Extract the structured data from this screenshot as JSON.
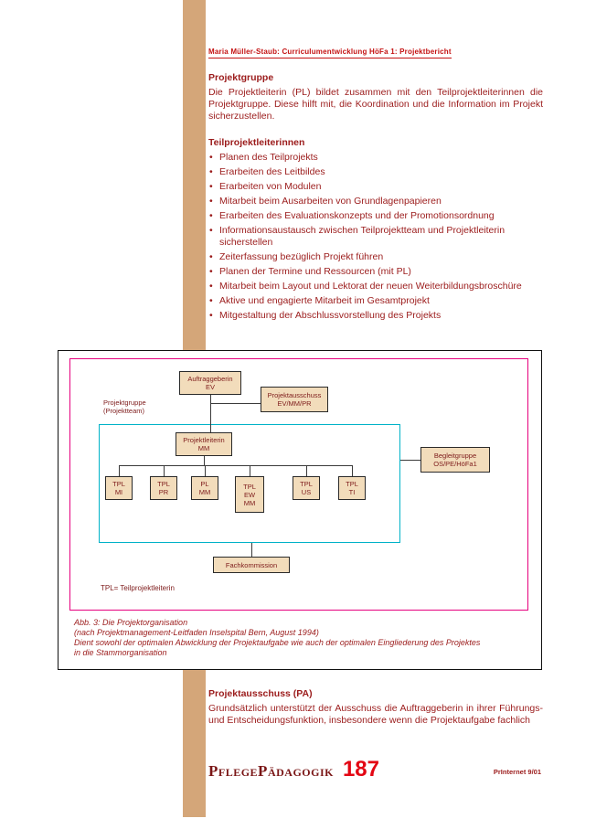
{
  "colors": {
    "text_maroon": "#9b1b1b",
    "header_red": "#c41212",
    "stripe_tan": "#d4a679",
    "diagram_frame_magenta": "#e6007e",
    "projektteam_frame_cyan": "#00b2c8",
    "diagram_box_fill": "#f2dcbb",
    "page_number_red": "#e30613"
  },
  "header": {
    "running_title": "Maria Müller-Staub: Curriculumentwicklung HöFa 1: Projektbericht"
  },
  "content": {
    "projektgruppe_heading": "Projektgruppe",
    "projektgruppe_body": "Die Projektleiterin (PL) bildet zusammen mit den Teilprojektleiterinnen die Projektgruppe. Diese hilft mit, die Koordination und die Information im Projekt sicherzustellen.",
    "teilprojekt_heading": "Teilprojektleiterinnen",
    "teilprojekt_bullets": [
      "Planen des Teilprojekts",
      "Erarbeiten des Leitbildes",
      "Erarbeiten von Modulen",
      "Mitarbeit beim Ausarbeiten von Grundlagenpapieren",
      "Erarbeiten des Evaluationskonzepts und der Promotionsordnung",
      "Informationsaustausch zwischen Teilprojektteam und Projektleiterin sicherstellen",
      "Zeiterfassung bezüglich Projekt führen",
      "Planen der Termine und Ressourcen (mit PL)",
      "Mitarbeit beim Layout und Lektorat der neuen Weiterbildungsbroschüre",
      "Aktive und engagierte Mitarbeit im Gesamtprojekt",
      "Mitgestaltung der Abschlussvorstellung des Projekts"
    ],
    "projektausschuss_heading": "Projektausschuss (PA)",
    "projektausschuss_body": "Grundsätzlich unterstützt der Ausschuss die Auftraggeberin in ihrer Führungs- und Entscheidungsfunktion, insbesondere wenn die Projektaufgabe fachlich"
  },
  "diagram": {
    "auftraggeberin": "Auftraggeberin\nEV",
    "projektausschuss": "Projektausschuss\nEV/MM/PR",
    "projektgruppe_label": "Projektgruppe\n(Projektteam)",
    "projektleiterin": "Projektleiterin\nMM",
    "tpl_boxes": [
      "TPL\nMI",
      "TPL\nPR",
      "PL\nMM",
      "TPL\nEW\nMM",
      "TPL\nUS",
      "TPL\nTI"
    ],
    "begleitgruppe": "Begleitgruppe\nOS/PE/HöFa1",
    "fachkommission": "Fachkommission",
    "legend": "TPL= Teilprojektleiterin"
  },
  "caption": {
    "line1": "Abb. 3: Die Projektorganisation",
    "line2": "(nach Projektmanagement-Leitfaden Inselspital Bern, August 1994)",
    "line3": "Dient sowohl der optimalen Abwicklung der Projektaufgabe wie auch der optimalen Eingliederung des Projektes in die Stammorganisation"
  },
  "footer": {
    "brand": "PflegePädagogik",
    "page_number": "187",
    "issue": "PrInternet 9/01"
  }
}
